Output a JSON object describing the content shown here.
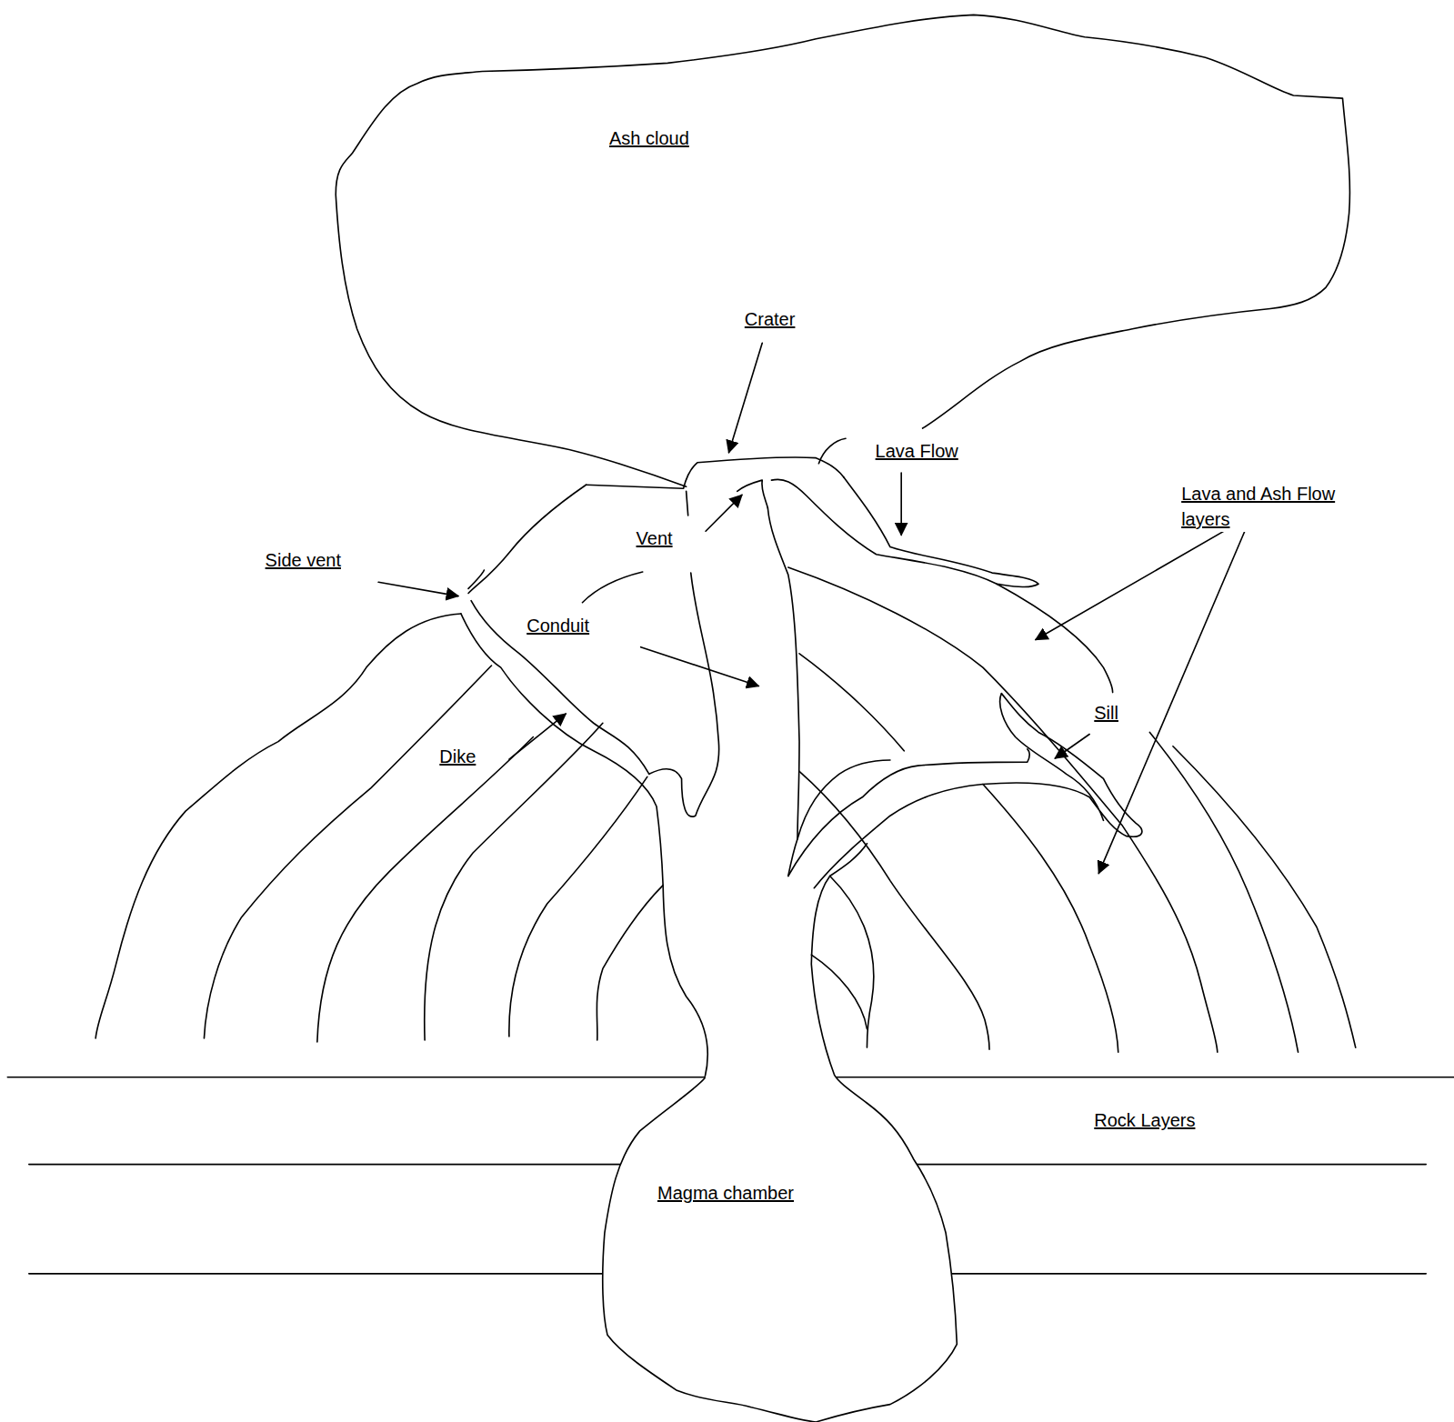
{
  "diagram": {
    "labels": [
      "Ash cloud",
      "Crater",
      "Lava Flow",
      "Lava and Ash Flow layers",
      "Side vent",
      "Vent",
      "Conduit",
      "Sill",
      "Dike",
      "Rock Layers",
      "Magma chamber"
    ]
  }
}
